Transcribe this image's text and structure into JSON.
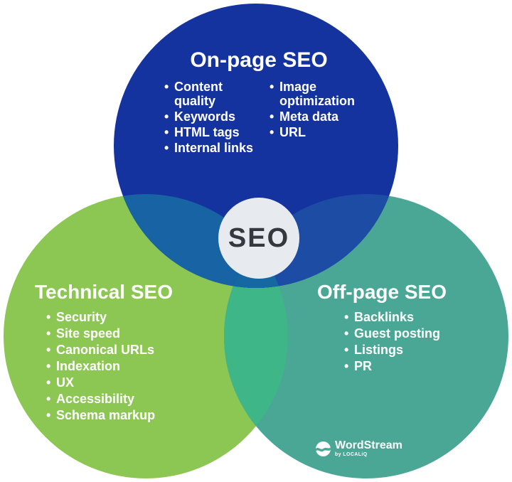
{
  "center_label": "SEO",
  "onpage": {
    "title": "On-page SEO",
    "items_left": [
      "Content quality",
      "Keywords",
      "HTML tags",
      "Internal links"
    ],
    "items_right": [
      "Image optimization",
      "Meta data",
      "URL"
    ]
  },
  "technical": {
    "title": "Technical SEO",
    "items": [
      "Security",
      "Site speed",
      "Canonical URLs",
      "Indexation",
      "UX",
      "Accessibility",
      "Schema markup"
    ]
  },
  "offpage": {
    "title": "Off-page SEO",
    "items": [
      "Backlinks",
      "Guest posting",
      "Listings",
      "PR"
    ]
  },
  "logo": {
    "brand": "WordStream",
    "sub": "by LOCALiQ",
    "icon": "wave-circle"
  },
  "colors": {
    "background": "#ffffff",
    "onpage": "#14339e",
    "technical": "#8cc653",
    "offpage": "#4aa695",
    "onpage_technical": "#1763a4",
    "onpage_offpage": "#1d4ca5",
    "technical_offpage": "#3fb687",
    "triple": "#1668a2",
    "center_bg": "#e7ebf0",
    "center_text": "#33393e",
    "circle_text": "#ffffff",
    "logo_icon_bg": "#ffffff"
  }
}
